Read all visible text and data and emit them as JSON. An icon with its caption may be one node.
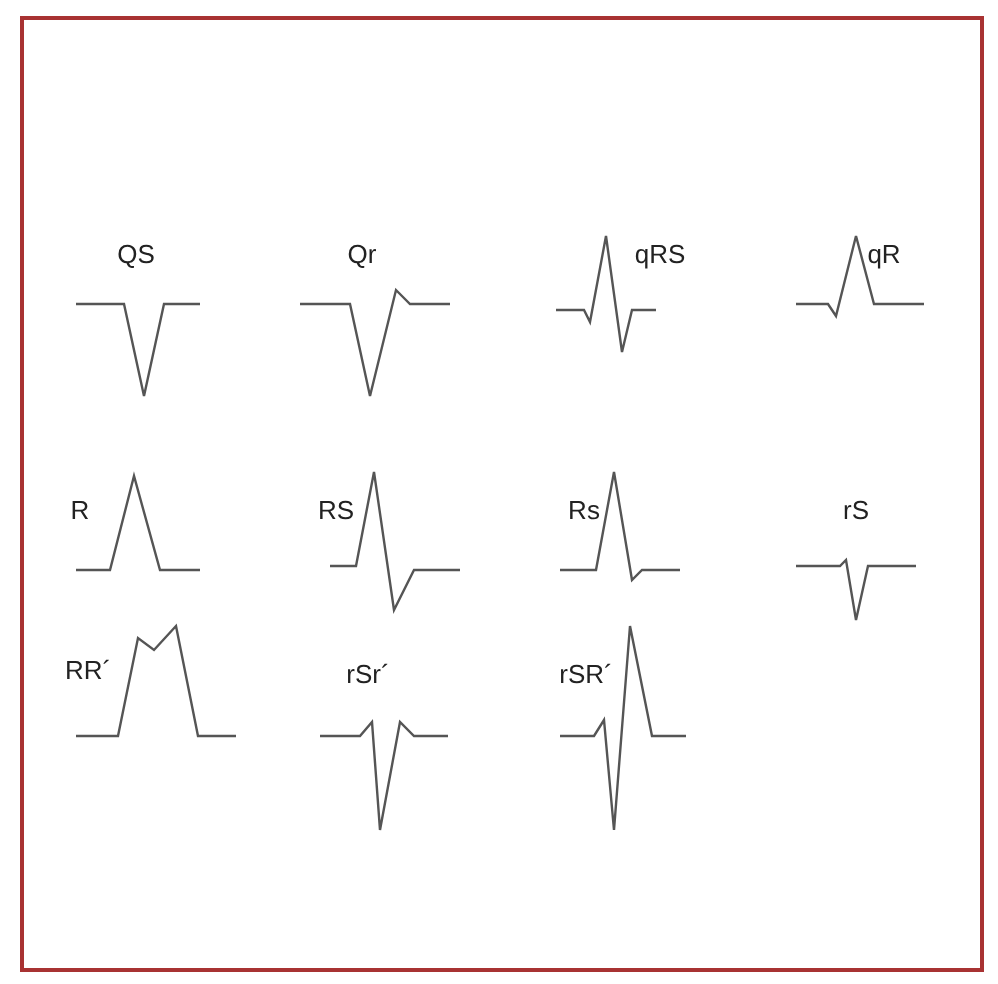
{
  "diagram": {
    "labels": [
      "QS",
      "Qr",
      "qRS",
      "qR",
      "R",
      "RS",
      "Rs",
      "rS",
      "RR´",
      "rSr´",
      "rSR´"
    ]
  }
}
